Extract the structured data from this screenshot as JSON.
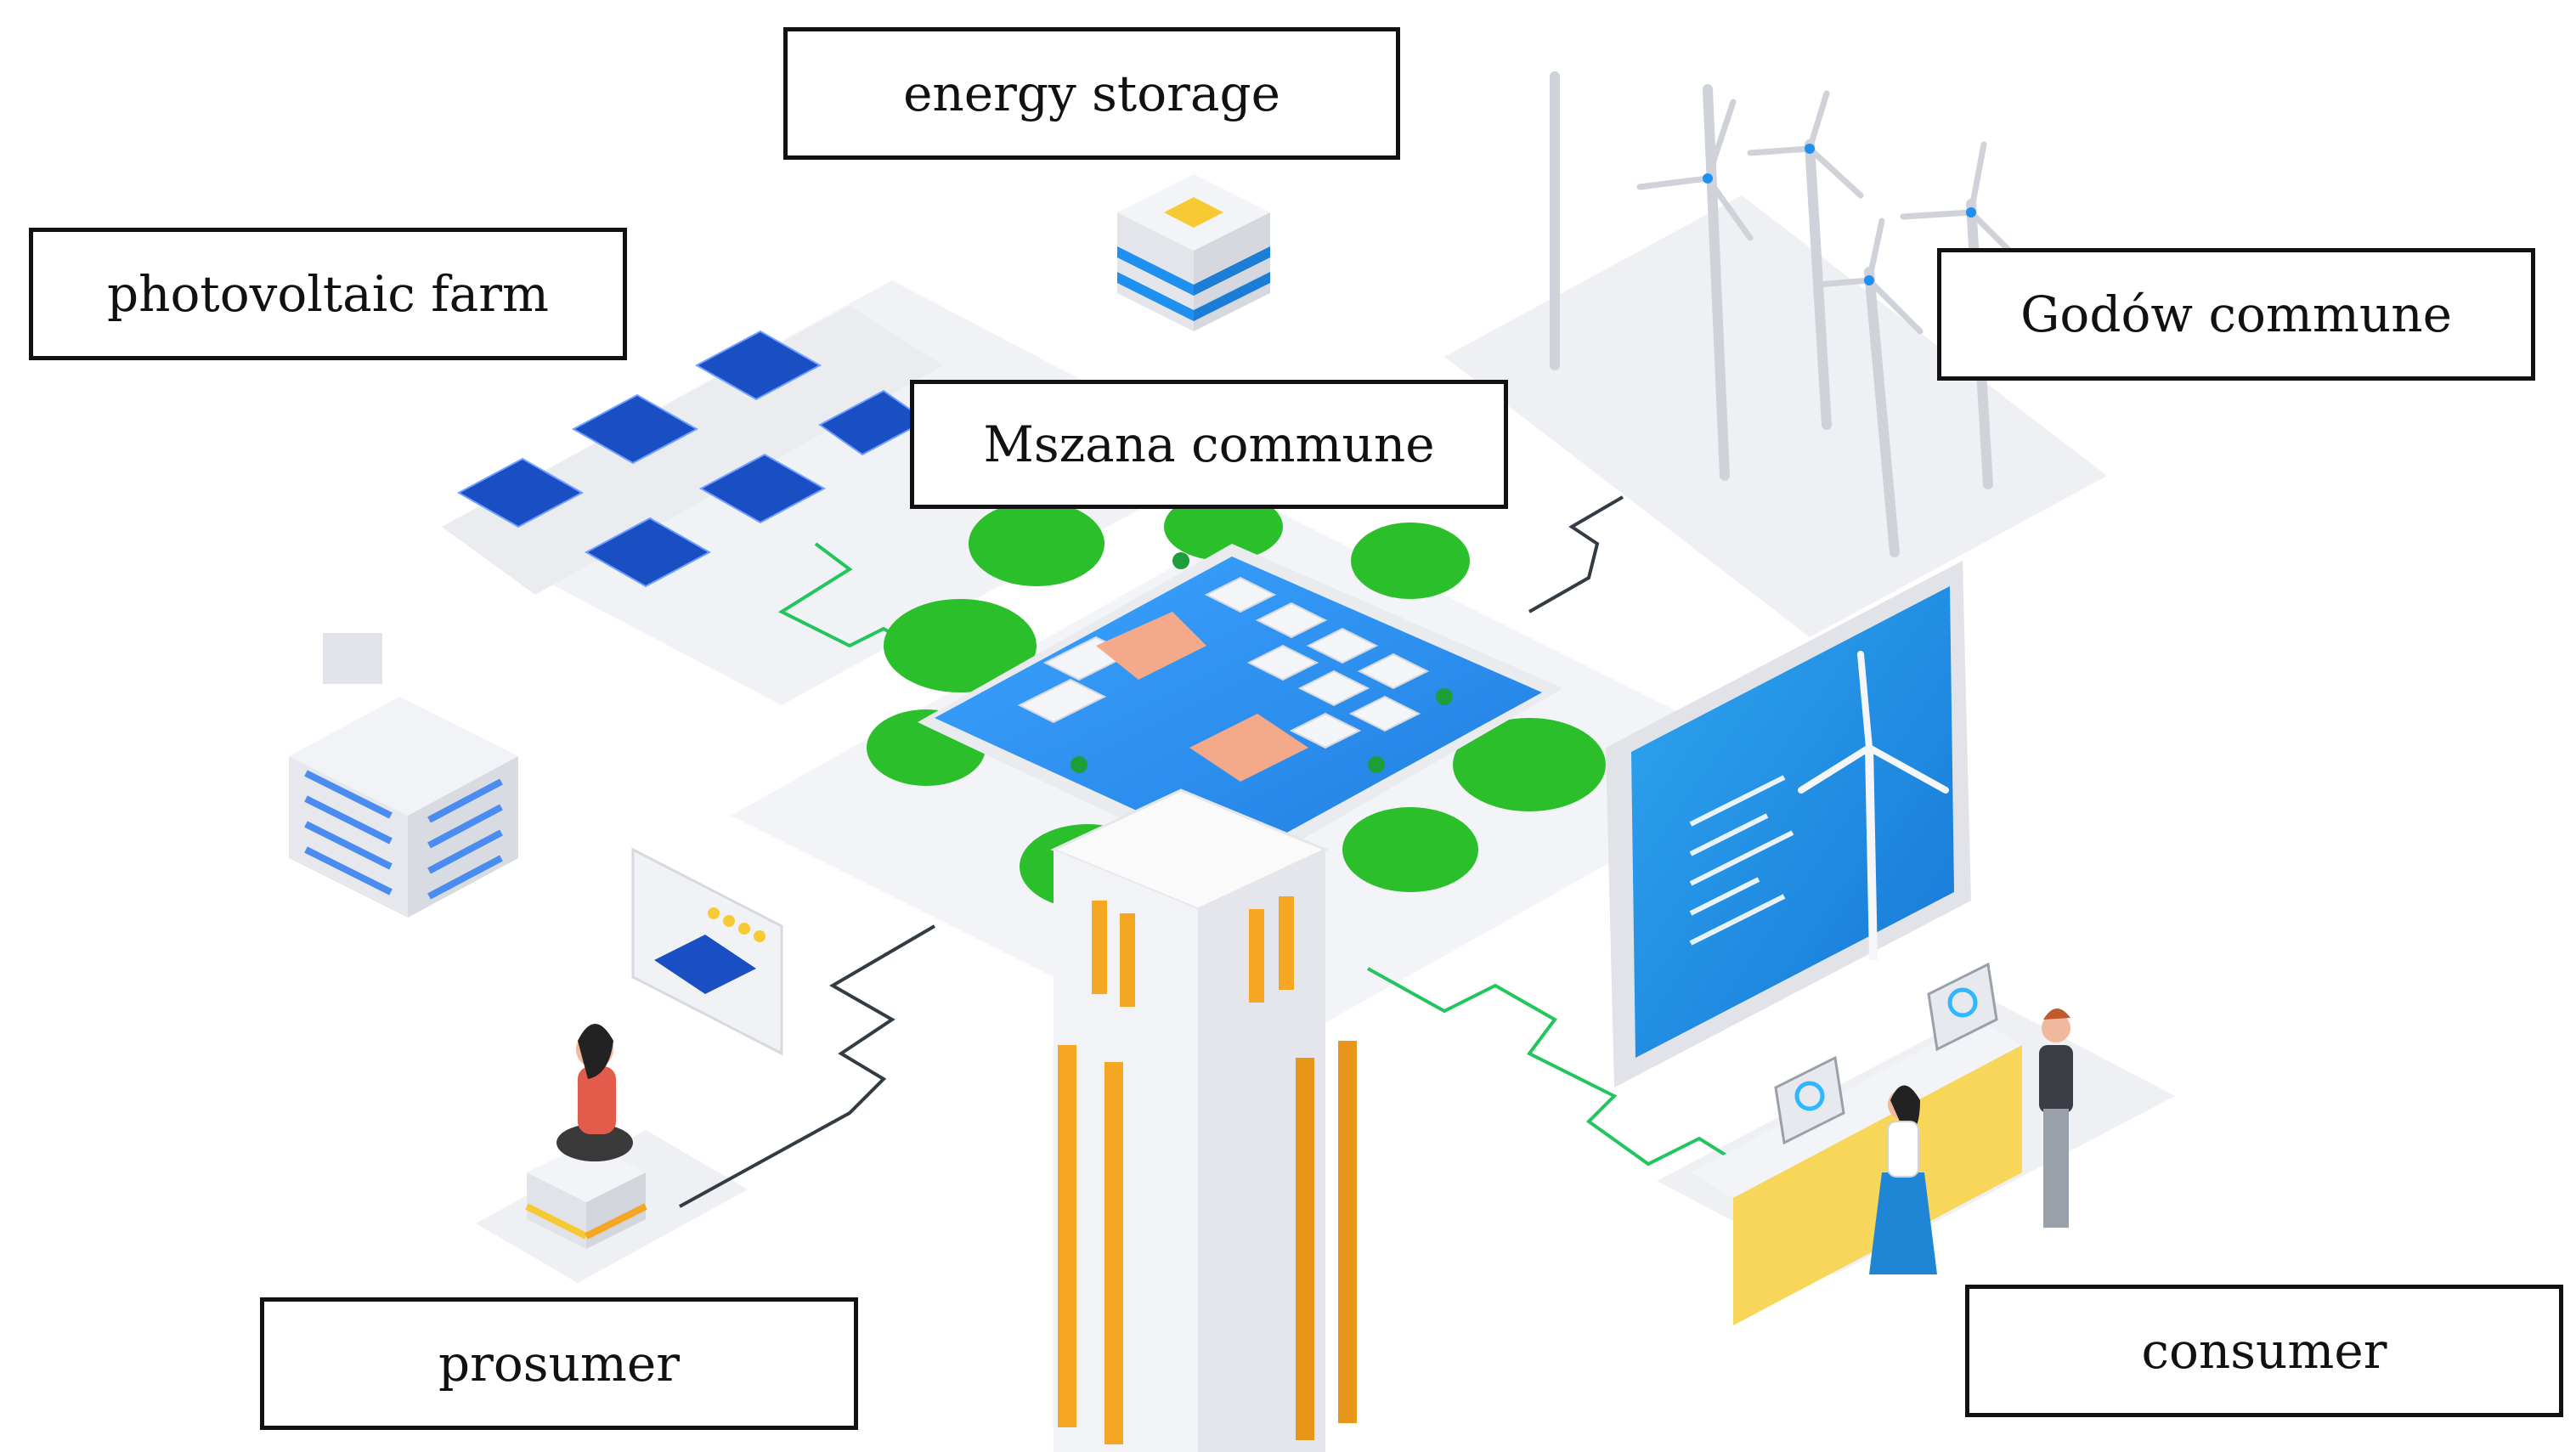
{
  "labels": {
    "energy_storage": "energy storage",
    "photovoltaic_farm": "photovoltaic farm",
    "mszana_commune": "Mszana commune",
    "godow_commune": "Godów commune",
    "prosumer": "prosumer",
    "consumer": "consumer"
  },
  "colors": {
    "platform": "#eeeff3",
    "platform_shadow": "#dcdde3",
    "solar_blue": "#1a4fc4",
    "screen_blue": "#1e8fe6",
    "leaf_green": "#2bbf2b",
    "connector_green": "#22c55e",
    "connector_dark": "#333b45",
    "tower_orange": "#f5a623",
    "desk_yellow": "#f7d65a",
    "label_border": "#111111"
  }
}
